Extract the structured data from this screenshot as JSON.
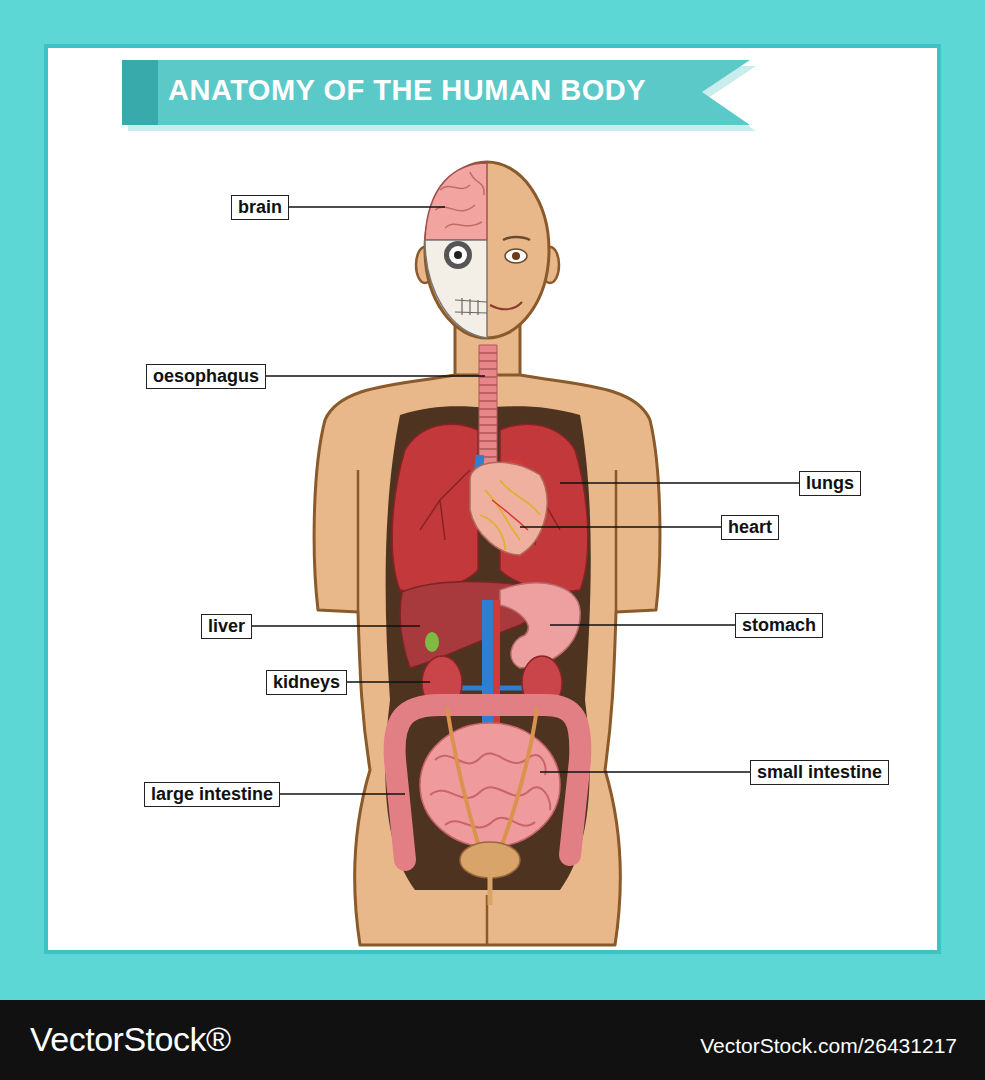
{
  "diagram": {
    "title": "ANATOMY OF THE HUMAN BODY",
    "nodes": [
      {
        "text": [
          "brain"
        ]
      },
      {
        "text": [
          "oesophagus"
        ]
      },
      {
        "text": [
          "lungs"
        ]
      },
      {
        "text": [
          "heart"
        ]
      },
      {
        "text": [
          "liver"
        ]
      },
      {
        "text": [
          "stomach"
        ]
      },
      {
        "text": [
          "kidneys"
        ]
      },
      {
        "text": [
          "large intestine"
        ]
      },
      {
        "text": [
          "small intestine"
        ]
      }
    ],
    "labels": [
      "VectorStock®",
      "VectorStock.com/26431217"
    ]
  }
}
